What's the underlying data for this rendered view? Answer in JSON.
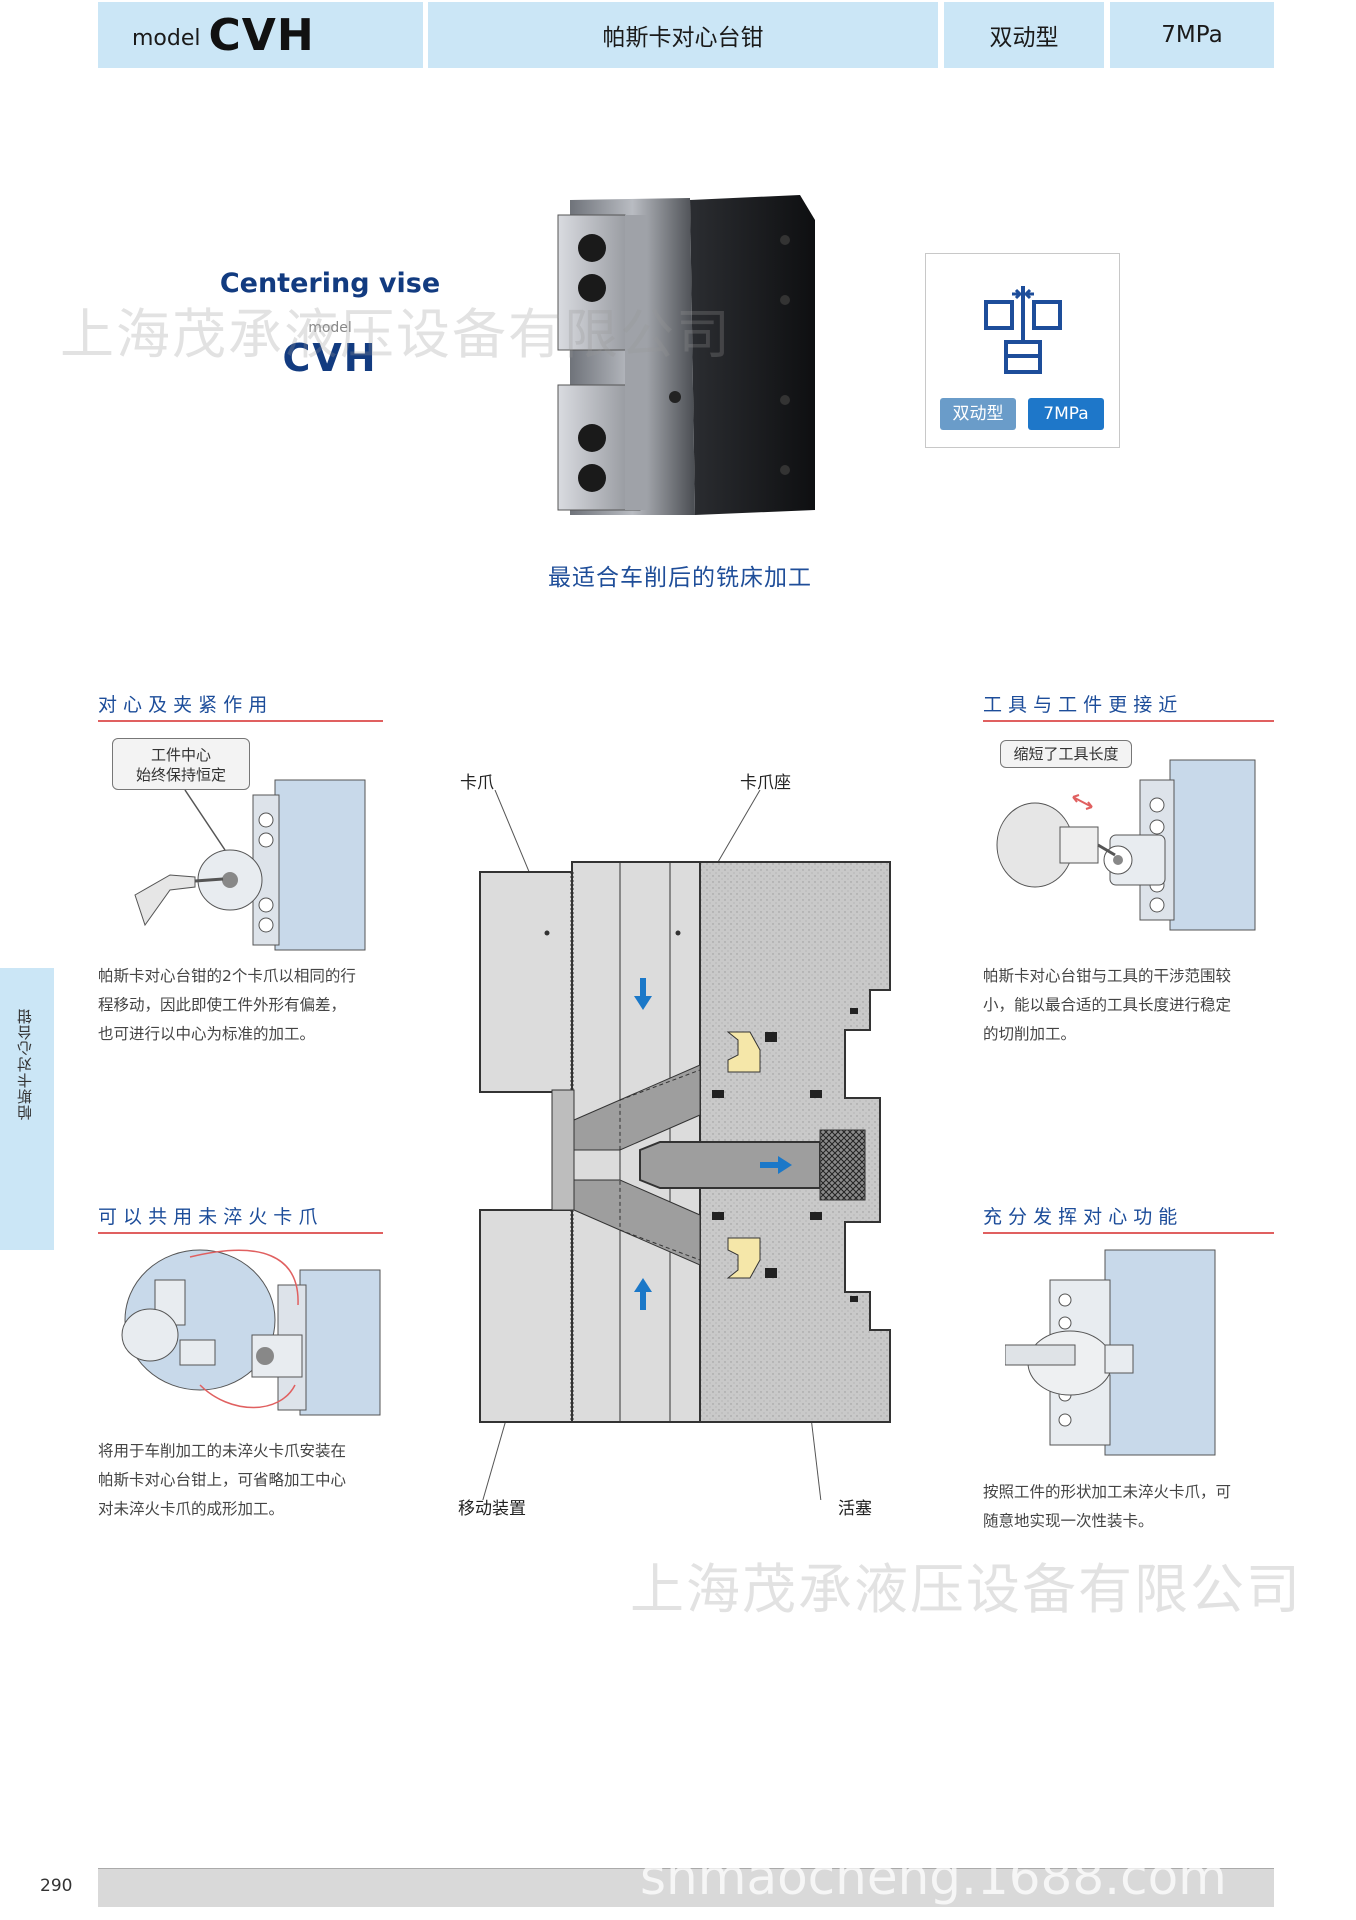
{
  "header": {
    "model_small": "model",
    "model_big": "CVH",
    "product_name": "帕斯卡对心台钳",
    "type": "双动型",
    "pressure": "7MPa"
  },
  "hero": {
    "title_en": "Centering vise",
    "model_small": "model",
    "model_big": "CVH",
    "subtitle": "最适合车削后的铣床加工",
    "badge_type": "双动型",
    "badge_pressure": "7MPa"
  },
  "sections": {
    "centering": {
      "title": "对 心 及 夹 紧 作 用",
      "callout": [
        "工件中心",
        "始终保持恒定"
      ],
      "text": [
        "帕斯卡对心台钳的2个卡爪以相同的行",
        "程移动，因此即使工件外形有偏差，",
        "也可进行以中心为标准的加工。"
      ]
    },
    "tool_closer": {
      "title": "工 具 与 工 件 更 接 近",
      "callout": "缩短了工具长度",
      "text": [
        "帕斯卡对心台钳与工具的干涉范围较",
        "小，能以最合适的工具长度进行稳定",
        "的切削加工。"
      ]
    },
    "soft_jaws": {
      "title": "可 以 共 用 未 淬 火 卡 爪",
      "text": [
        "将用于车削加工的未淬火卡爪安装在",
        "帕斯卡对心台钳上，可省略加工中心",
        "对未淬火卡爪的成形加工。"
      ]
    },
    "full_centering": {
      "title": "充 分 发 挥 对 心 功 能",
      "text": [
        "按照工件的形状加工未淬火卡爪，可",
        "随意地实现一次性装卡。"
      ]
    }
  },
  "diagram": {
    "label_jaw": "卡爪",
    "label_jaw_seat": "卡爪座",
    "label_moving": "移动装置",
    "label_piston": "活塞"
  },
  "side_tab": "帕斯卡对心台钳",
  "page_number": "290",
  "watermarks": {
    "top": "上海茂承液压设备有限公司",
    "bottom": "上海茂承液压设备有限公司",
    "url": "shmaocheng.1688.com"
  },
  "colors": {
    "header_bg": "#cbe6f6",
    "title_blue": "#123b80",
    "section_blue": "#1d4d9a",
    "underline_red": "#e06060",
    "arrow_blue": "#1b78c8"
  }
}
